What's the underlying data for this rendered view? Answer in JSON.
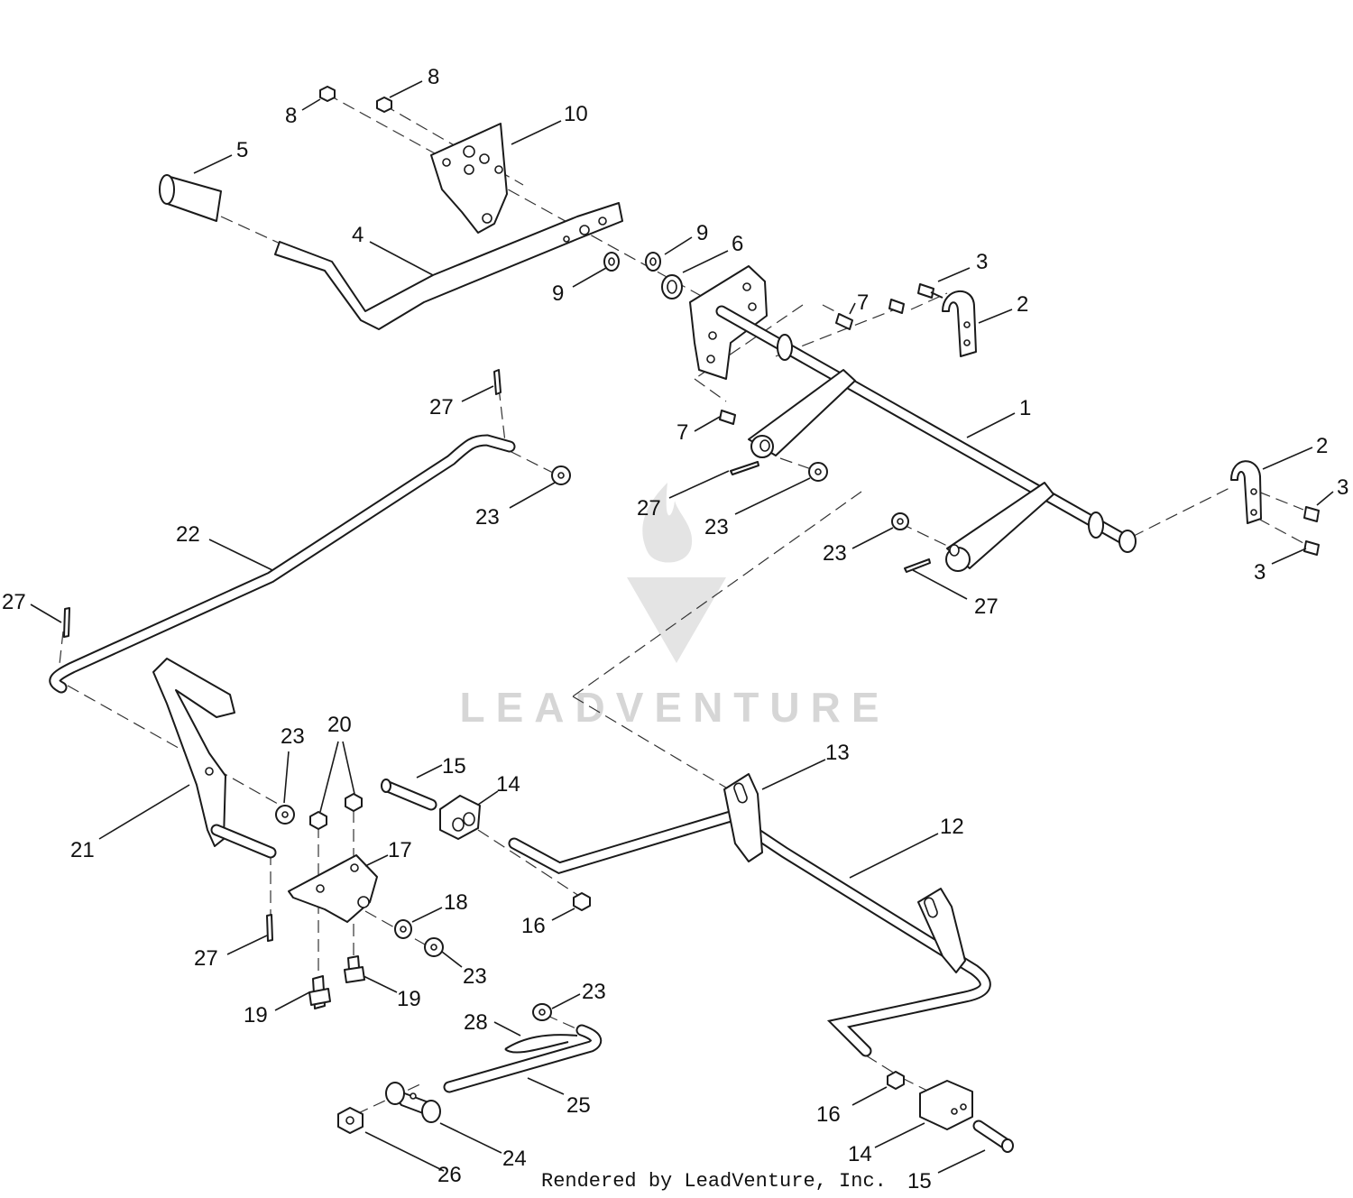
{
  "callouts": [
    {
      "text": "8"
    },
    {
      "text": "8"
    },
    {
      "text": "10"
    },
    {
      "text": "5"
    },
    {
      "text": "4"
    },
    {
      "text": "9"
    },
    {
      "text": "6"
    },
    {
      "text": "9"
    },
    {
      "text": "3"
    },
    {
      "text": "7"
    },
    {
      "text": "2"
    },
    {
      "text": "7"
    },
    {
      "text": "1"
    },
    {
      "text": "27"
    },
    {
      "text": "23"
    },
    {
      "text": "27"
    },
    {
      "text": "23"
    },
    {
      "text": "2"
    },
    {
      "text": "3"
    },
    {
      "text": "23"
    },
    {
      "text": "3"
    },
    {
      "text": "22"
    },
    {
      "text": "27"
    },
    {
      "text": "27"
    },
    {
      "text": "23"
    },
    {
      "text": "20"
    },
    {
      "text": "13"
    },
    {
      "text": "15"
    },
    {
      "text": "14"
    },
    {
      "text": "12"
    },
    {
      "text": "21"
    },
    {
      "text": "17"
    },
    {
      "text": "18"
    },
    {
      "text": "16"
    },
    {
      "text": "27"
    },
    {
      "text": "23"
    },
    {
      "text": "19"
    },
    {
      "text": "19"
    },
    {
      "text": "23"
    },
    {
      "text": "28"
    },
    {
      "text": "25"
    },
    {
      "text": "16"
    },
    {
      "text": "26"
    },
    {
      "text": "24"
    },
    {
      "text": "14"
    },
    {
      "text": "15"
    }
  ],
  "watermark": {
    "text": "LEADVENTURE"
  },
  "credit": {
    "text": "Rendered by LeadVenture, Inc."
  },
  "colors": {
    "line": "#1a1a1a",
    "watermark": "#d6d6d6",
    "background": "#ffffff"
  }
}
